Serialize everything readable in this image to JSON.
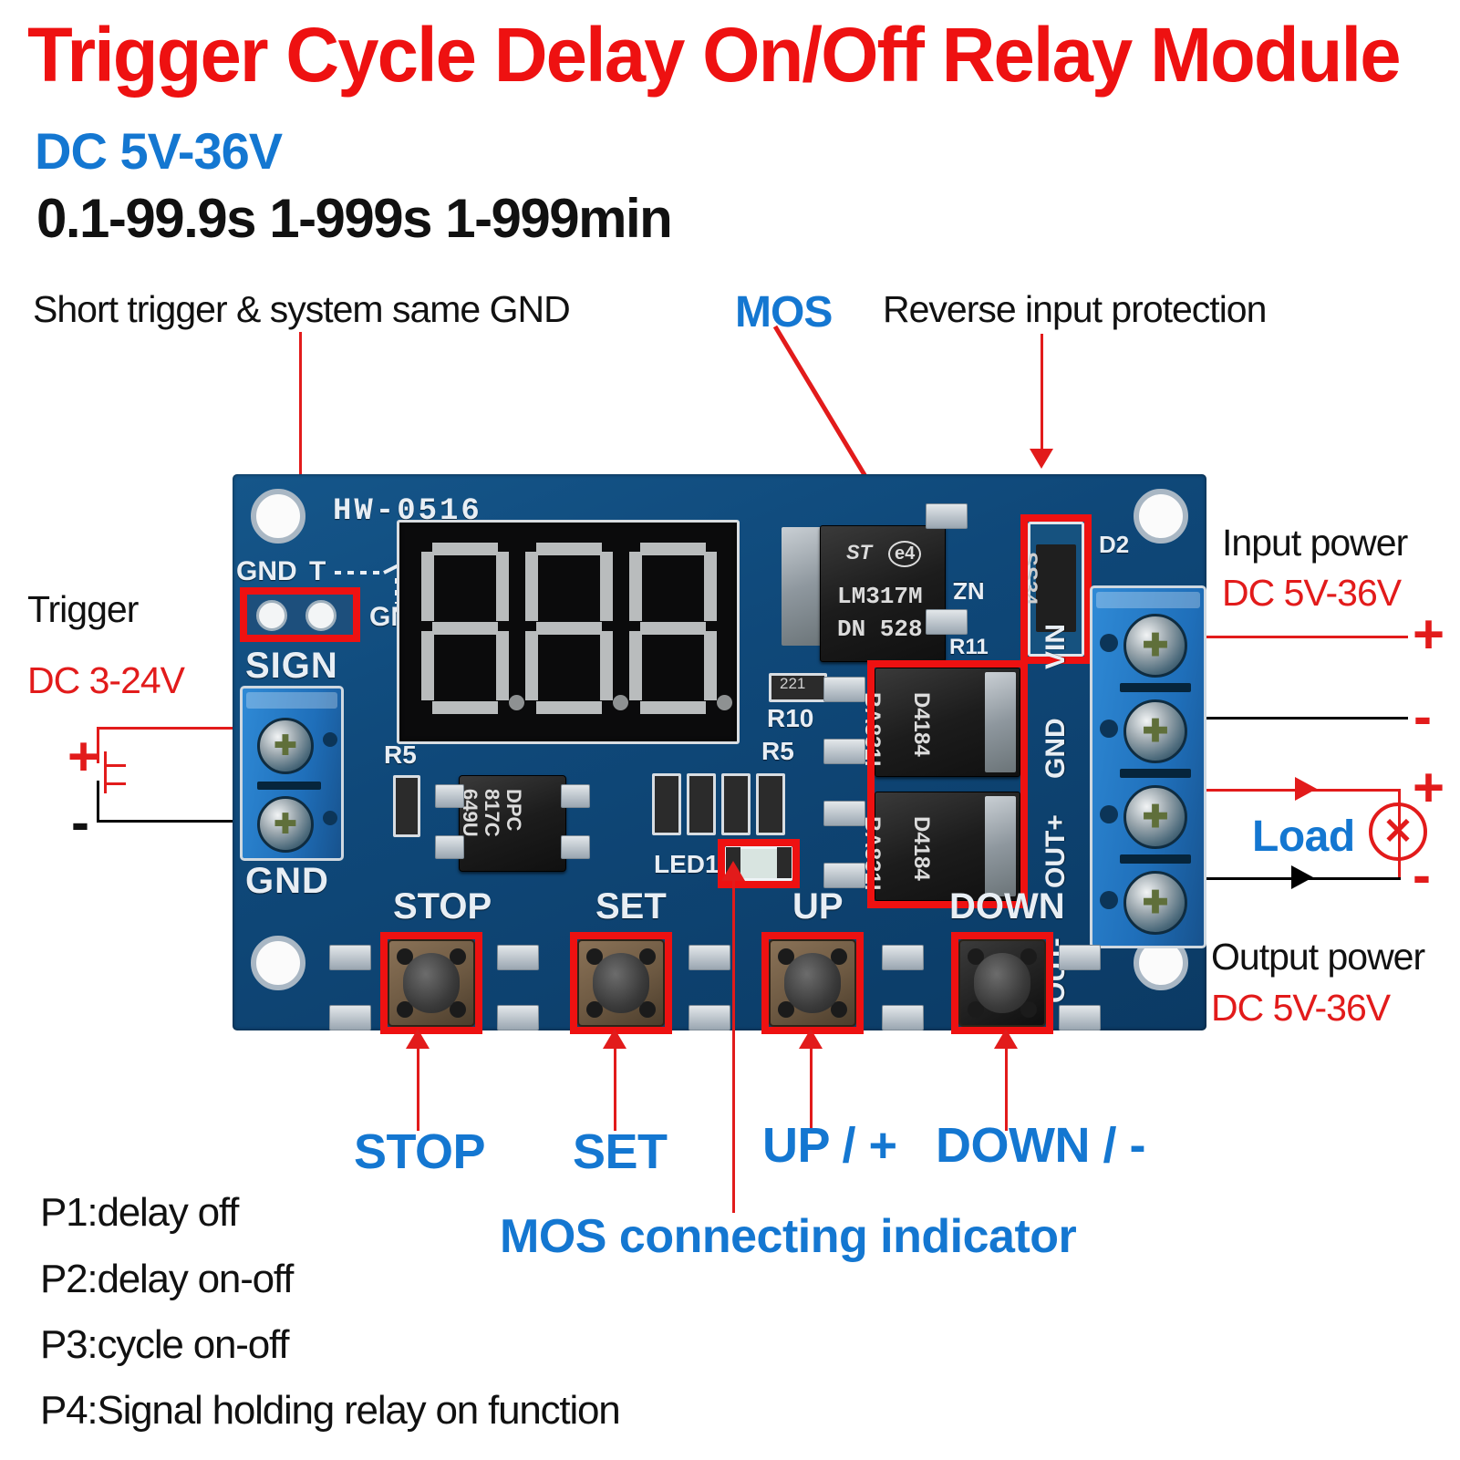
{
  "header": {
    "title": "Trigger Cycle Delay On/Off Relay Module",
    "voltage": "DC 5V-36V",
    "ranges": "0.1-99.9s  1-999s  1-999min",
    "title_color": "#ee1111",
    "voltage_color": "#1477d1"
  },
  "annotations": {
    "short_trigger": "Short trigger &  system same GND",
    "mos": "MOS",
    "reverse_protection": "Reverse input protection",
    "trigger": "Trigger",
    "trigger_voltage": "DC 3-24V",
    "input_power": "Input power",
    "input_voltage": "DC 5V-36V",
    "output_power": "Output power",
    "output_voltage": "DC 5V-36V",
    "load": "Load",
    "plus": "+",
    "minus": "-"
  },
  "buttons_legend": {
    "stop": "STOP",
    "set": "SET",
    "up": "UP / +",
    "down": "DOWN / -",
    "mos_indicator": "MOS connecting indicator"
  },
  "modes": [
    "P1:delay off",
    "P2:delay on-off",
    "P3:cycle on-off",
    "P4:Signal holding relay on function"
  ],
  "board": {
    "model": "HW-0516",
    "silkscreen": {
      "gnd_left": "GND",
      "t_label": "T",
      "gnd_right": "GND",
      "sign": "SIGN",
      "gnd_bottom": "GND",
      "r10": "R10",
      "r5_left": "R5",
      "r5_right": "R5",
      "led1": "LED1",
      "d2": "D2",
      "r11": "R11",
      "vin": "VIN",
      "gnd_term": "GND",
      "out_plus": "OUT+",
      "out_minus": "OUT-",
      "btn_stop": "STOP",
      "btn_set": "SET",
      "btn_up": "UP",
      "btn_down": "DOWN"
    },
    "components": {
      "regulator_brand": "ST",
      "regulator_mark": "e4",
      "regulator_part": "LM317M",
      "regulator_date": "DN  528",
      "diode": "SS34",
      "optocoupler_l1": "DPC",
      "optocoupler_l2": "817C",
      "optocoupler_l3": "649U",
      "mosfet_l1": "BA831I",
      "mosfet_l2": "D4184",
      "resistor_221": "221"
    },
    "display": {
      "digits": "8.8.8.",
      "segments_lit": false
    },
    "colors": {
      "pcb": "#0f4879",
      "silk": "#e8eef4",
      "highlight": "#ee1111"
    }
  }
}
